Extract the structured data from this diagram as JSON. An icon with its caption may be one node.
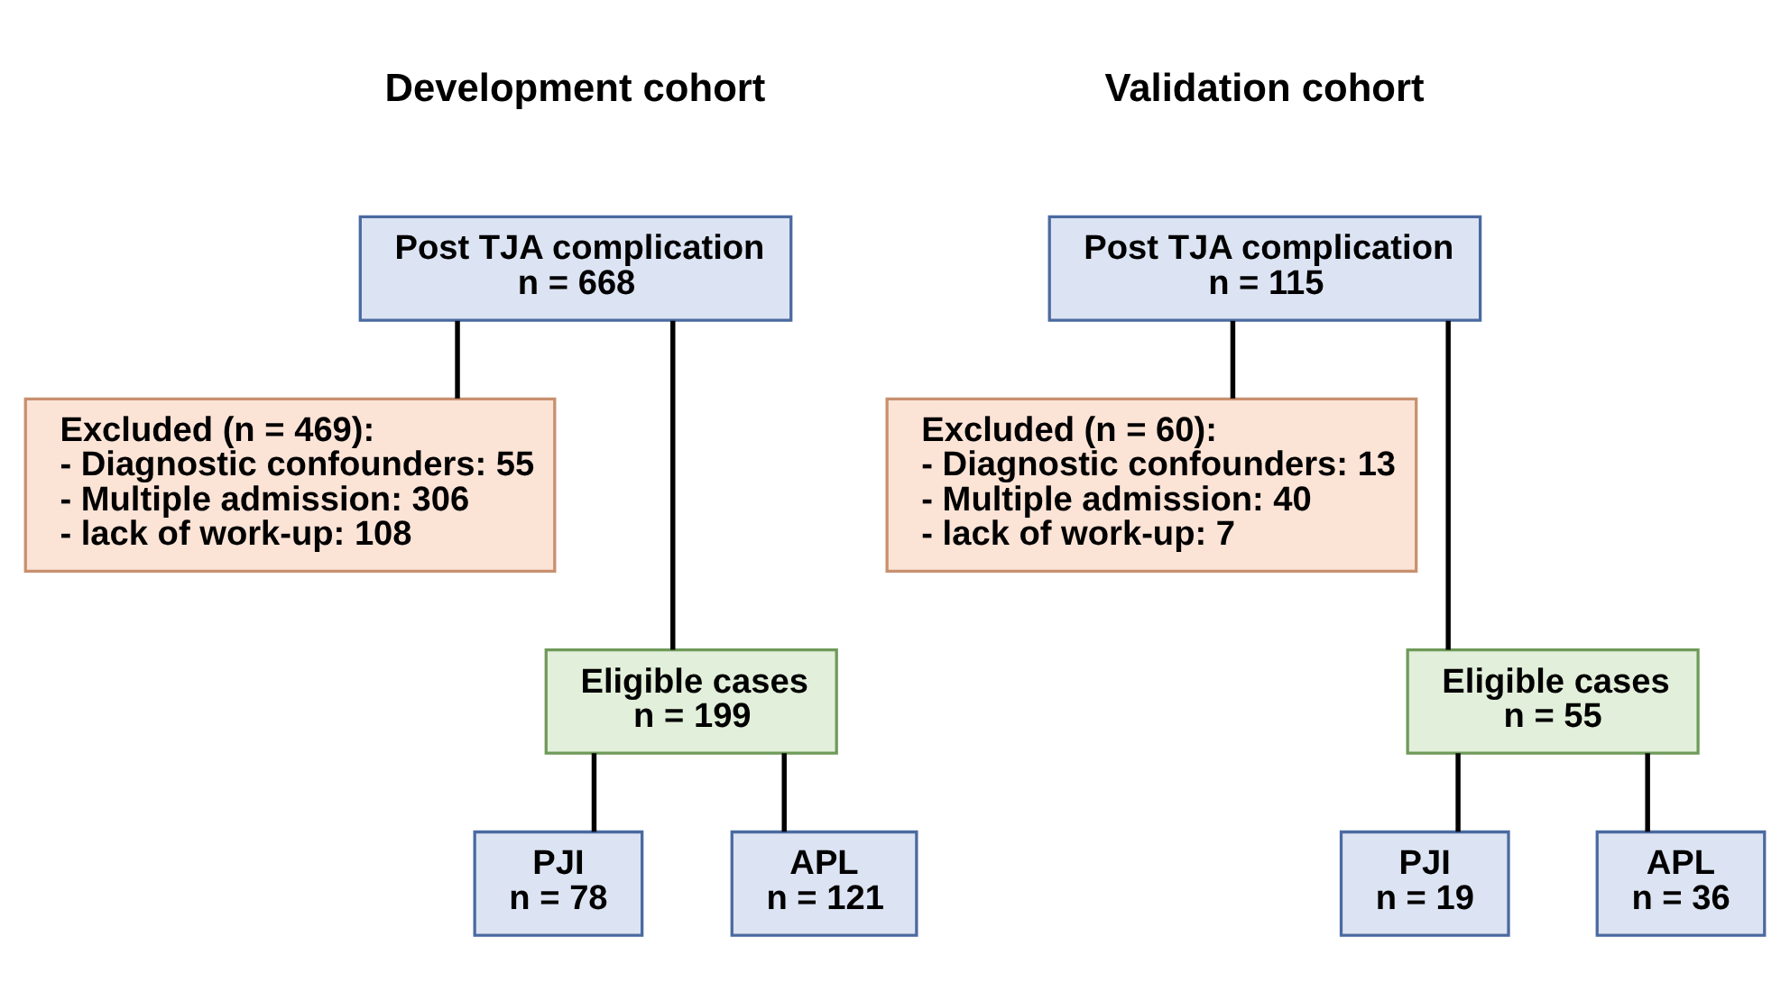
{
  "diagram": {
    "nodes": [
      {
        "text": [
          "Post TJA complication",
          "n = 668"
        ]
      },
      {
        "text": [
          "Excluded (n = 469):",
          "- Diagnostic confounders: 55",
          "- Multiple admission: 306",
          "- lack of work-up: 108"
        ]
      },
      {
        "text": [
          "Eligible cases",
          "n = 199"
        ]
      },
      {
        "text": [
          "PJI",
          "n = 78"
        ]
      },
      {
        "text": [
          "APL",
          "n = 121"
        ]
      },
      {
        "text": [
          "Post TJA complication",
          "n = 115"
        ]
      },
      {
        "text": [
          "Excluded (n = 60):",
          "- Diagnostic confounders: 13",
          "- Multiple admission: 40",
          "- lack of work-up: 7"
        ]
      },
      {
        "text": [
          "Eligible cases",
          "n = 55"
        ]
      },
      {
        "text": [
          "PJI",
          "n = 19"
        ]
      },
      {
        "text": [
          "APL",
          "n = 36"
        ]
      }
    ],
    "edges": [
      {
        "from": 0,
        "to": 1,
        "arrow": "none"
      },
      {
        "from": 0,
        "to": 2,
        "arrow": "none"
      },
      {
        "from": 2,
        "to": 3,
        "arrow": "none"
      },
      {
        "from": 2,
        "to": 4,
        "arrow": "none"
      },
      {
        "from": 5,
        "to": 6,
        "arrow": "none"
      },
      {
        "from": 5,
        "to": 7,
        "arrow": "none"
      },
      {
        "from": 7,
        "to": 8,
        "arrow": "none"
      },
      {
        "from": 7,
        "to": 9,
        "arrow": "none"
      }
    ],
    "labels": [
      "Development cohort",
      "Validation cohort"
    ]
  }
}
